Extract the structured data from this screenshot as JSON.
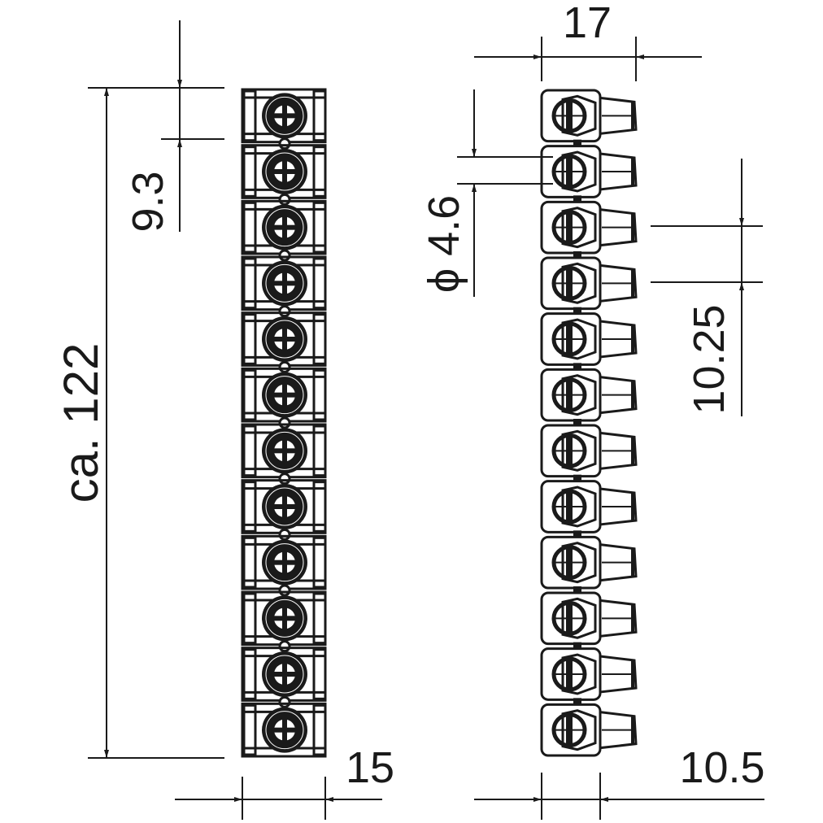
{
  "drawing": {
    "module_count": 12,
    "line_color": "#1a1a1a",
    "dimensions": {
      "module_pitch": "9.3",
      "overall_length": "ca. 122",
      "width_front": "15",
      "width_side": "17",
      "screw_diameter": "ϕ 4.6",
      "side_pitch": "10.25",
      "body_depth": "10.5"
    }
  }
}
